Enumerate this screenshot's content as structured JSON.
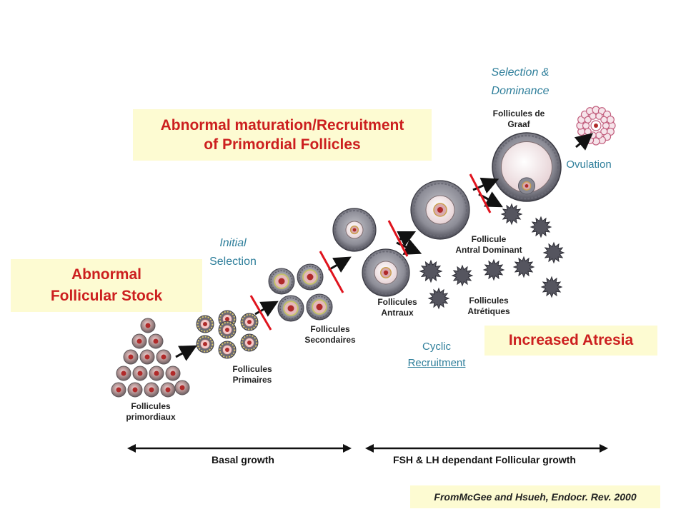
{
  "boxes": {
    "abnormal_maturation": {
      "line1": "Abnormal maturation/Recruitment",
      "line2": "of Primordial Follicles"
    },
    "abnormal_stock": {
      "line1": "Abnormal",
      "line2": "Follicular Stock"
    },
    "increased_atresia": "Increased Atresia",
    "citation": "FromMcGee and Hsueh, Endocr. Rev. 2000"
  },
  "stages": {
    "primordial": {
      "line1": "Follicules",
      "line2": "primordiaux"
    },
    "primary": {
      "line1": "Follicules",
      "line2": "Primaires"
    },
    "secondary": {
      "line1": "Follicules",
      "line2": "Secondaires"
    },
    "antral": {
      "line1": "Follicules",
      "line2": "Antraux"
    },
    "dominant": {
      "line1": "Follicule",
      "line2": "Antral Dominant"
    },
    "atretic": {
      "line1": "Follicules",
      "line2": "Atrétiques"
    },
    "graaf": {
      "line1": "Follicules de",
      "line2": "Graaf"
    }
  },
  "processes": {
    "initial_selection": {
      "line1": "Initial",
      "line2": "Selection"
    },
    "cyclic_recruitment": {
      "line1": "Cyclic",
      "line2": "Recruitment"
    },
    "selection_dominance": {
      "line1": "Selection &",
      "line2": "Dominance"
    },
    "ovulation": "Ovulation"
  },
  "timeline": {
    "basal": "Basal growth",
    "dependant": "FSH & LH dependant Follicular growth"
  },
  "colors": {
    "box_fill": "#fdfbd2",
    "title_red": "#cc1f1f",
    "teal": "#2f7f9b",
    "block_line": "#e0141e"
  }
}
